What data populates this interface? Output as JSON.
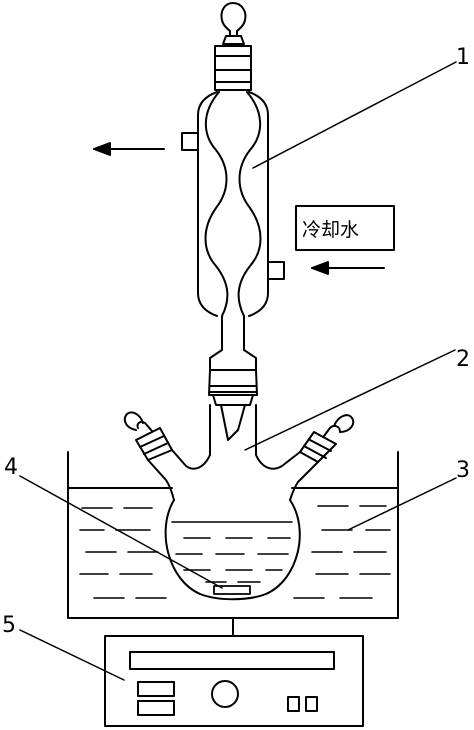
{
  "labels": {
    "n1": "1",
    "n2": "2",
    "n3": "3",
    "n4": "4",
    "n5": "5",
    "coolant": "冷却水"
  },
  "colors": {
    "stroke": "#000000",
    "background": "#ffffff"
  },
  "icons": {
    "outlet": "arrow-left-icon",
    "inlet": "arrow-left-icon"
  }
}
